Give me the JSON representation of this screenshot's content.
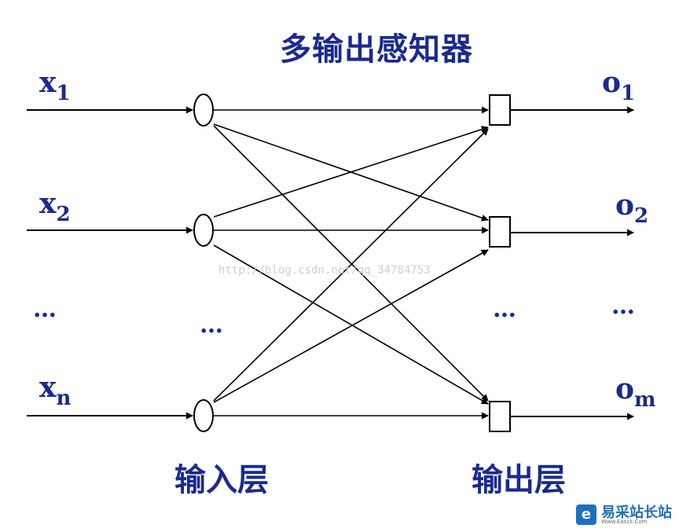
{
  "title": "多输出感知器",
  "inputs": [
    {
      "var": "x",
      "sub": "1"
    },
    {
      "var": "x",
      "sub": "2"
    },
    {
      "var": "x",
      "sub": "n"
    }
  ],
  "outputs": [
    {
      "var": "o",
      "sub": "1"
    },
    {
      "var": "o",
      "sub": "2"
    },
    {
      "var": "o",
      "sub": "m"
    }
  ],
  "ellipsis": "…",
  "input_layer_label": "输入层",
  "output_layer_label": "输出层",
  "watermark": "http://blog.csdn.net/qq_34784753",
  "brand": {
    "name": "易采站长站",
    "url": "Www.Easck.Com"
  },
  "colors": {
    "text": "#1a2a8f",
    "lines": "#000000",
    "brand": "#1f6fc0"
  }
}
